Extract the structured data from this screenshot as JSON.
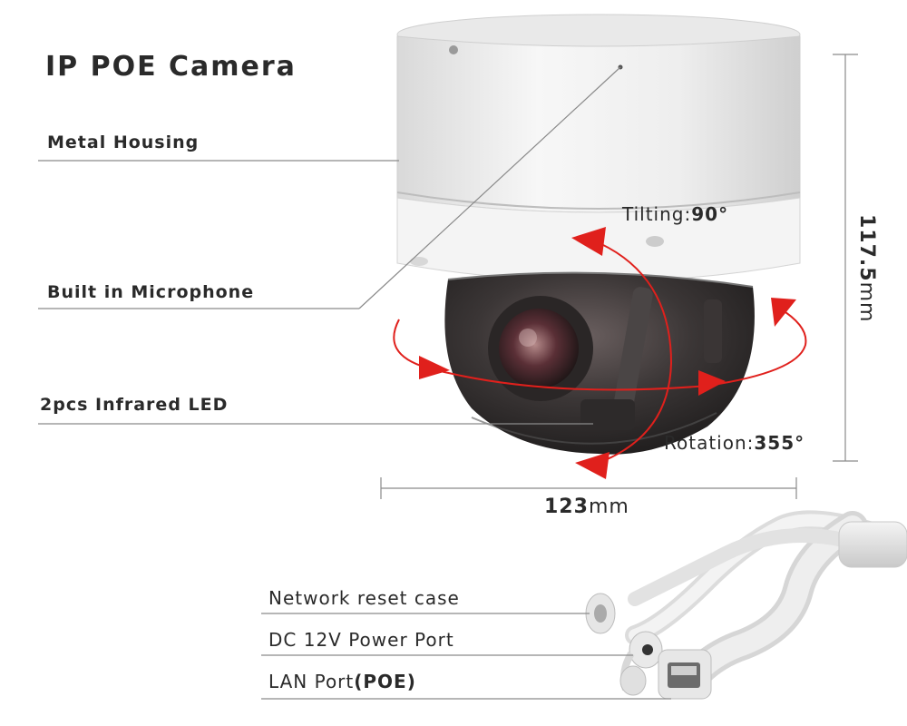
{
  "title": "IP POE Camera",
  "features": {
    "metal_housing": "Metal Housing",
    "microphone": "Built in Microphone",
    "infrared": "2pcs Infrared LED"
  },
  "motion": {
    "tilting_label": "Tilting:",
    "tilting_value": "90°",
    "rotation_label": "Rotation:",
    "rotation_value": "355°"
  },
  "dimensions": {
    "width_value": "123",
    "width_unit": "mm",
    "height_value": "117.5",
    "height_unit": "mm"
  },
  "ports": {
    "reset": "Network reset case",
    "power": "DC 12V Power Port",
    "lan_prefix": "LAN Port",
    "lan_suffix": "(POE)"
  },
  "colors": {
    "arrow_red": "#e0201c",
    "leader_gray": "#8a8a8a",
    "housing_white": "#f1f1f1"
  }
}
